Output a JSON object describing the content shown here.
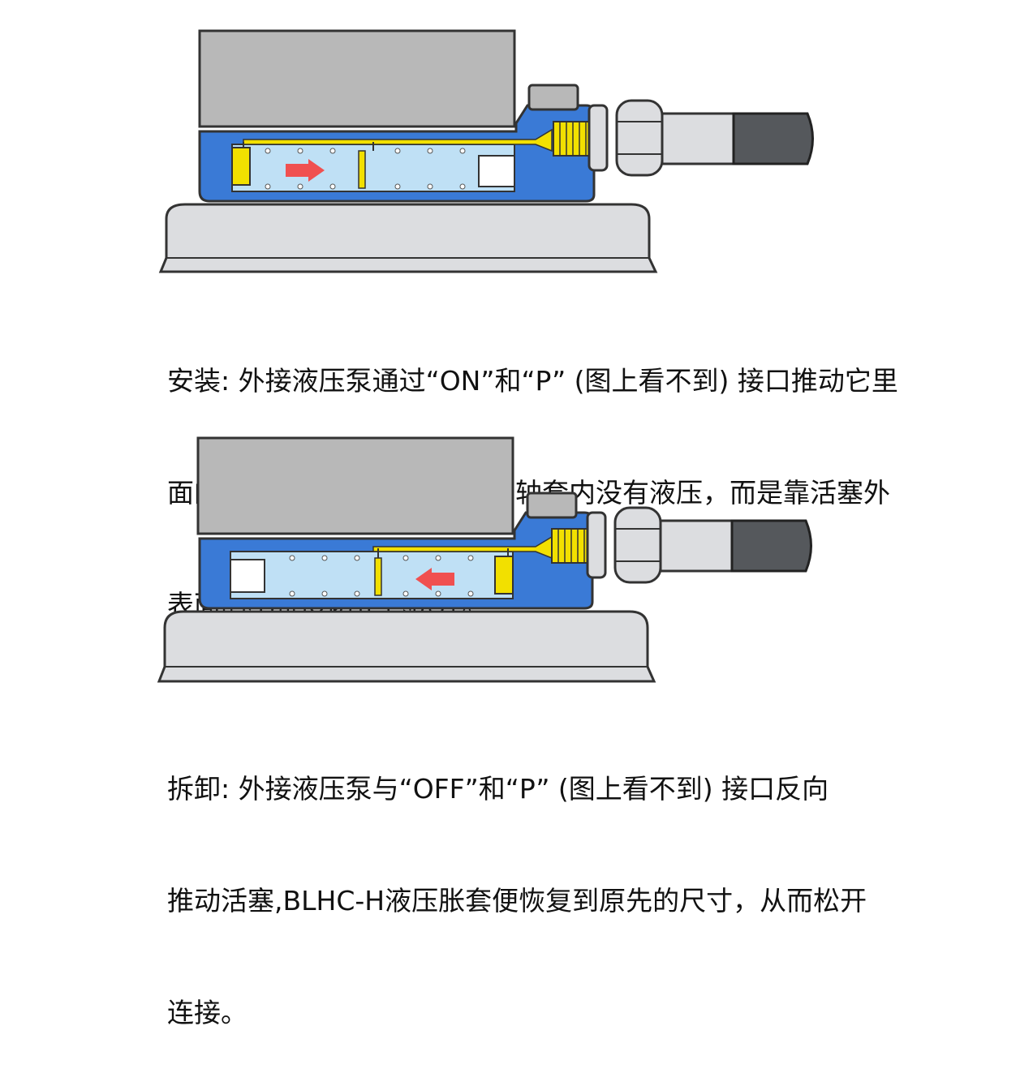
{
  "install": {
    "caption_lines": [
      "安装: 外接液压泵通过“ON”和“P” (图上看不到) 接口推动它里",
      "面的活塞，建立连接，连接后轴套内没有液压，而是靠活塞外",
      "表面的小锥度防止它松开。"
    ],
    "piston_direction": "right"
  },
  "remove": {
    "caption_lines": [
      "拆卸: 外接液压泵与“OFF”和“P” (图上看不到) 接口反向",
      "推动活塞,BLHC-H液压胀套便恢复到原先的尺寸，从而松开",
      "连接。"
    ],
    "piston_direction": "left"
  },
  "colors": {
    "hub_blue": "#3a7ad6",
    "chamber_light": "#bfe0f5",
    "piston_yellow": "#f2e000",
    "arrow_red": "#f05050",
    "block_gray": "#b8b8b8",
    "shaft_gray": "#dcdde0",
    "hose_dark": "#55585c"
  }
}
